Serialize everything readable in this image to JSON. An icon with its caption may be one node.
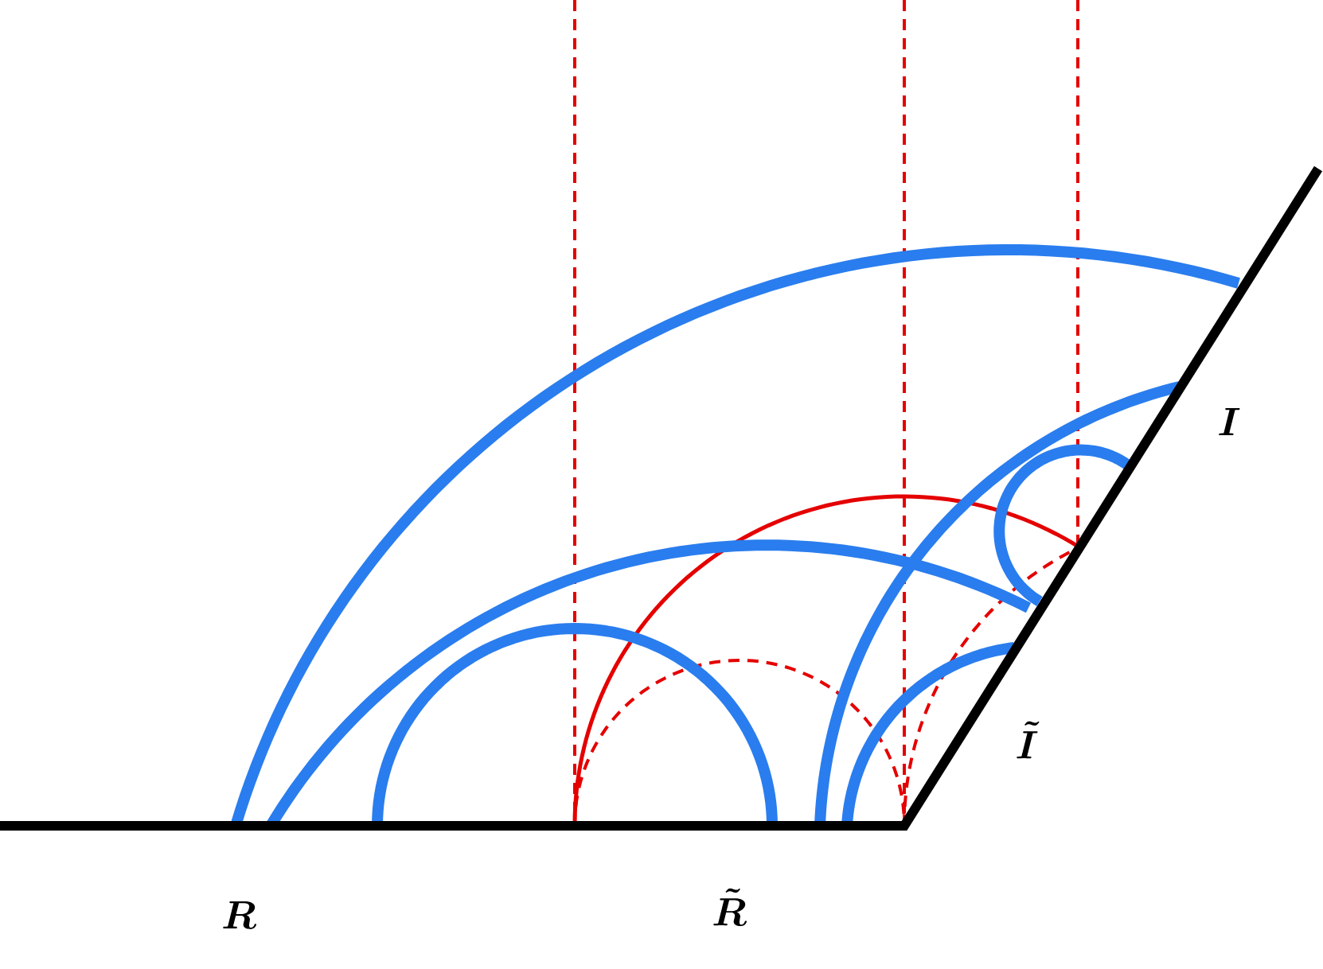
{
  "diagram": {
    "labels": [
      "I",
      "\\tilde{I}",
      "R",
      "\\tilde{R}"
    ]
  }
}
